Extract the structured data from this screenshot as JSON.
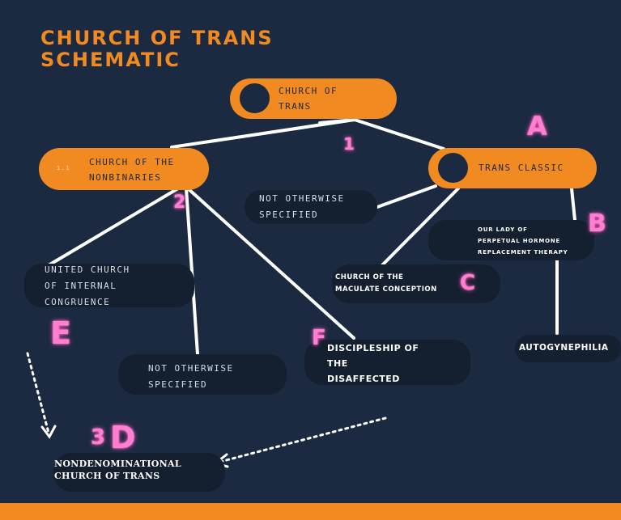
{
  "title": {
    "line1": "CHURCH OF TRANS",
    "line2": "SCHEMATIC"
  },
  "nodes": {
    "church_of_trans": "CHURCH OF\nTRANS",
    "church_of_nonbinaries_prefix": "1.1",
    "church_of_nonbinaries": "CHURCH OF THE\nNONBINARIES",
    "trans_classic": "TRANS CLASSIC",
    "not_otherwise_specified_right": "NOT OTHERWISE\nSPECIFIED",
    "our_lady": "OUR LADY OF\nPERPETUAL HORMONE\nREPLACEMENT THERAPY",
    "maculate_conception": "CHURCH OF THE\nMACULATE CONCEPTION",
    "autogynephilia": "AUTOGYNEPHILIA",
    "united_church": "UNITED CHURCH\nOF INTERNAL\nCONGRUENCE",
    "not_otherwise_specified_left": "NOT OTHERWISE\nSPECIFIED",
    "discipleship": "DISCIPLESHIP OF\nTHE\nDISAFFECTED",
    "nondenominational": "NONDENOMINATIONAL\nCHURCH OF TRANS"
  },
  "marks": {
    "one": "1",
    "two": "2",
    "three": "3",
    "a": "A",
    "b": "B",
    "c": "C",
    "d": "D",
    "e": "E",
    "f": "F"
  },
  "colors": {
    "background": "#1b2a40",
    "accent_orange": "#f28a22",
    "node_dark": "#14202f",
    "mark_pink": "#ff7fd0",
    "line_white": "#ffffff"
  }
}
